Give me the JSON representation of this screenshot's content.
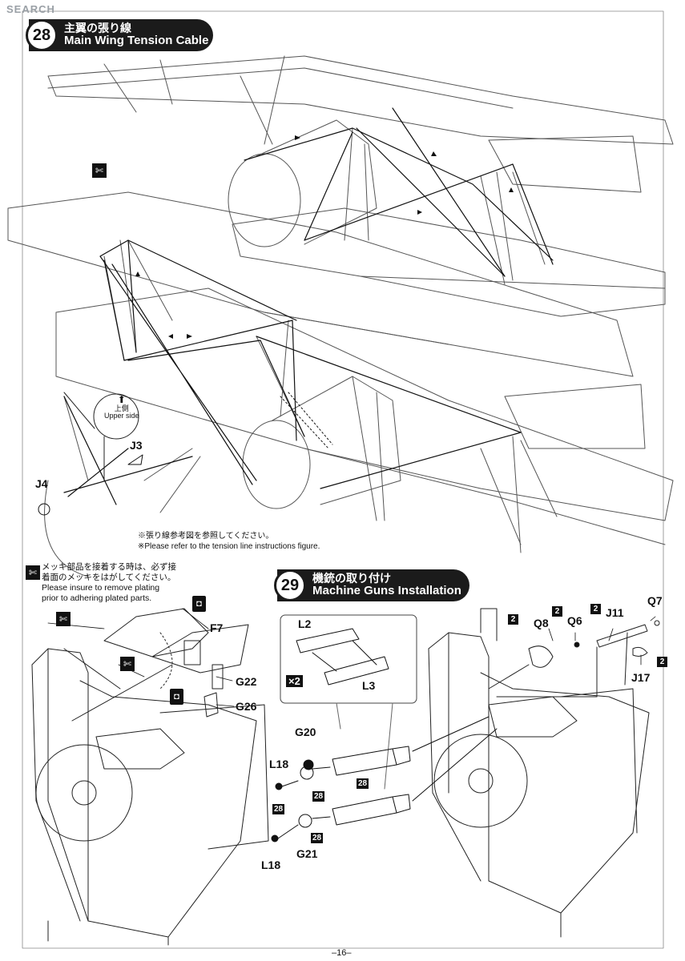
{
  "watermark": {
    "left": "",
    "mid": "",
    "right": "SEARCH"
  },
  "step28": {
    "num": "28",
    "title_ja": "主翼の張り線",
    "title_en": "Main Wing Tension Cable"
  },
  "step29": {
    "num": "29",
    "title_ja": "機銃の取り付け",
    "title_en": "Machine Guns Installation"
  },
  "upper_side": {
    "ja": "上側",
    "en": "Upper side"
  },
  "tension_note": {
    "ja": "※張り線参考図を参照してください。",
    "en": "※Please refer to the tension line instructions figure."
  },
  "plating_note": {
    "ja1": "メッキ部品を接着する時は、必ず接",
    "ja2": "着面のメッキをはがしてください。",
    "en1": "Please insure to remove plating",
    "en2": "prior to adhering plated parts."
  },
  "parts": {
    "J3": "J3",
    "J4": "J4",
    "F7": "F7",
    "G22": "G22",
    "G26": "G26",
    "L2": "L2",
    "L3": "L3",
    "x2": "×2",
    "G20": "G20",
    "L18a": "L18",
    "L18b": "L18",
    "G21": "G21",
    "Q8": "Q8",
    "Q6": "Q6",
    "J11": "J11",
    "Q7": "Q7",
    "J17": "J17"
  },
  "badges": {
    "b2a": "2",
    "b2b": "2",
    "b2c": "2",
    "b2d": "2",
    "r28a": "28",
    "r28b": "28",
    "r28c": "28",
    "r28d": "28"
  },
  "page_number": "–16–"
}
